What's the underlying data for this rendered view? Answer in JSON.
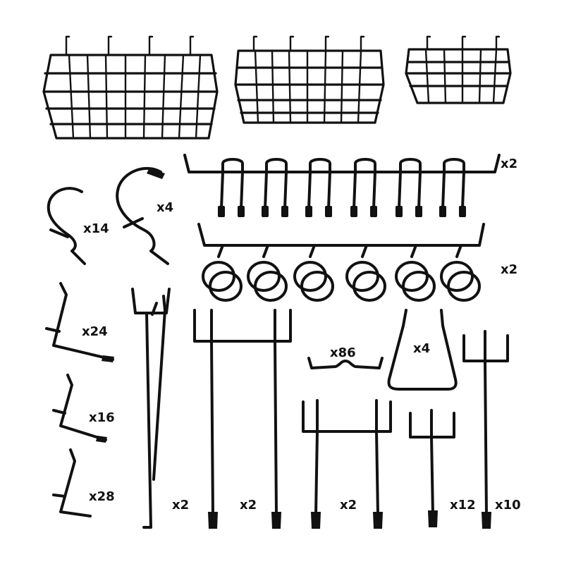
{
  "colors": {
    "background": "#ffffff",
    "wire": "#111111"
  },
  "items": [
    {
      "id": "basket-large",
      "kind": "wire basket",
      "quantity": ""
    },
    {
      "id": "basket-medium",
      "kind": "wire basket",
      "quantity": ""
    },
    {
      "id": "basket-small",
      "kind": "wire basket",
      "quantity": ""
    },
    {
      "id": "u-hook-rack",
      "kind": "multi U-hook bar",
      "quantity": "x2"
    },
    {
      "id": "ring-hook-rack",
      "kind": "multi ring-hook bar",
      "quantity": "x2"
    },
    {
      "id": "s-hook-small",
      "kind": "curved J hook",
      "quantity": "x14"
    },
    {
      "id": "s-hook-large",
      "kind": "large curved hook",
      "quantity": "x4"
    },
    {
      "id": "l-hook-long",
      "kind": "L hook",
      "quantity": "x24"
    },
    {
      "id": "l-hook-medium",
      "kind": "L hook",
      "quantity": "x16"
    },
    {
      "id": "l-hook-short",
      "kind": "L hook",
      "quantity": "x28"
    },
    {
      "id": "long-straight-hook",
      "kind": "long straight hook",
      "quantity": "x2"
    },
    {
      "id": "double-prong-tall",
      "kind": "double prong hook",
      "quantity": "x2"
    },
    {
      "id": "locking-clip",
      "kind": "peg lock clip",
      "quantity": "x86"
    },
    {
      "id": "loop-holder",
      "kind": "looped tool holder",
      "quantity": "x4"
    },
    {
      "id": "double-prong-short",
      "kind": "double prong hook",
      "quantity": "x2"
    },
    {
      "id": "small-fork-hook",
      "kind": "small forked hook",
      "quantity": "x12"
    },
    {
      "id": "tall-fork-hook",
      "kind": "tall forked hook",
      "quantity": "x10"
    }
  ]
}
